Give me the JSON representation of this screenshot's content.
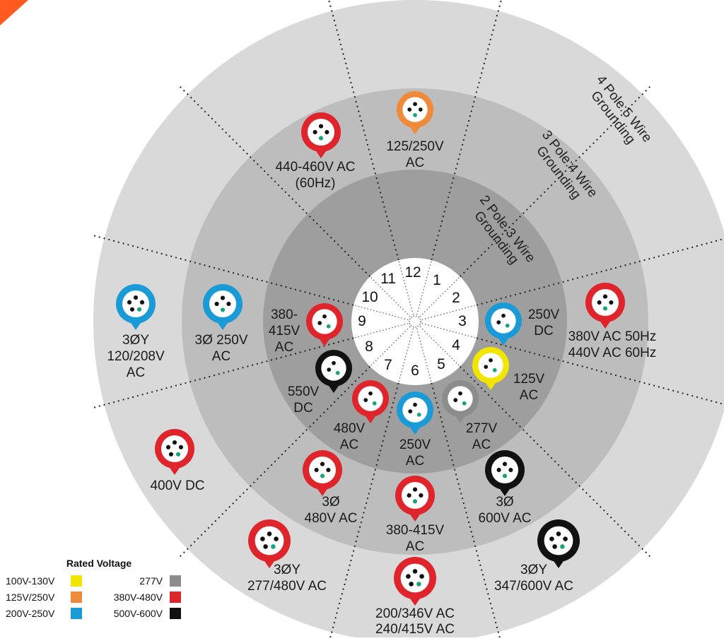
{
  "colors": {
    "ring_outer": "#d9d9d9",
    "ring_mid": "#bdbdbd",
    "ring_inner": "#9e9e9e",
    "center": "#ffffff",
    "yellow": "#f2e600",
    "orange": "#ef8a3a",
    "blue": "#1a9bd7",
    "gray": "#8c8c8c",
    "red": "#e0242b",
    "black": "#111111",
    "pin": "#111111",
    "earth_pin": "#1aa37a",
    "corner_accent": "#ff5a1f"
  },
  "ring_labels": {
    "inner": [
      "2 Pole:3 Wire",
      "Grounding"
    ],
    "mid": [
      "3 Pole:4 Wire",
      "Grounding"
    ],
    "outer": [
      "4 Pole:5 Wire",
      "Grounding"
    ]
  },
  "clock_numbers": [
    "1",
    "2",
    "3",
    "4",
    "5",
    "6",
    "7",
    "8",
    "9",
    "10",
    "11",
    "12"
  ],
  "sockets": [
    {
      "name": "socket-125v-ac",
      "color": "yellow",
      "pins": 3,
      "lines": [
        "125V",
        "AC"
      ]
    },
    {
      "name": "socket-250v-dc",
      "color": "blue",
      "pins": 3,
      "lines": [
        "250V",
        "DC"
      ]
    },
    {
      "name": "socket-277v-ac",
      "color": "gray",
      "pins": 3,
      "lines": [
        "277V",
        "AC"
      ]
    },
    {
      "name": "socket-250v-ac-inner",
      "color": "blue",
      "pins": 3,
      "lines": [
        "250V",
        "AC"
      ]
    },
    {
      "name": "socket-480v-ac",
      "color": "red",
      "pins": 3,
      "lines": [
        "480V",
        "AC"
      ]
    },
    {
      "name": "socket-550v-dc",
      "color": "black",
      "pins": 3,
      "lines": [
        "550V",
        "DC"
      ]
    },
    {
      "name": "socket-380-415v-ac-inner",
      "color": "red",
      "pins": 3,
      "lines": [
        "380-",
        "415V",
        "AC"
      ]
    },
    {
      "name": "socket-125-250v-ac",
      "color": "orange",
      "pins": 4,
      "lines": [
        "125/250V",
        "AC"
      ]
    },
    {
      "name": "socket-440-460v-ac",
      "color": "red",
      "pins": 4,
      "lines": [
        "440-460V AC",
        "(60Hz)"
      ]
    },
    {
      "name": "socket-3ph-250v-ac",
      "color": "blue",
      "pins": 4,
      "lines": [
        "3Ø 250V",
        "AC"
      ]
    },
    {
      "name": "socket-3ph-480v-ac",
      "color": "red",
      "pins": 4,
      "lines": [
        "3Ø",
        "480V AC"
      ]
    },
    {
      "name": "socket-380-415v-ac-mid",
      "color": "red",
      "pins": 4,
      "lines": [
        "380-415V",
        "AC"
      ]
    },
    {
      "name": "socket-3ph-600v-ac",
      "color": "black",
      "pins": 4,
      "lines": [
        "3Ø",
        "600V AC"
      ]
    },
    {
      "name": "socket-380v-440v-ac",
      "color": "red",
      "pins": 4,
      "lines": [
        "380V AC 50Hz",
        "440V AC 60Hz"
      ]
    },
    {
      "name": "socket-3phy-120-208v-ac",
      "color": "blue",
      "pins": 5,
      "lines": [
        "3ØY",
        "120/208V",
        "AC"
      ]
    },
    {
      "name": "socket-400v-dc",
      "color": "red",
      "pins": 5,
      "lines": [
        "400V DC"
      ]
    },
    {
      "name": "socket-3phy-277-480v-ac",
      "color": "red",
      "pins": 5,
      "lines": [
        "3ØY",
        "277/480V AC"
      ]
    },
    {
      "name": "socket-200-346v-ac",
      "color": "red",
      "pins": 5,
      "lines": [
        "200/346V AC",
        "240/415V AC"
      ]
    },
    {
      "name": "socket-3phy-347-600v-ac",
      "color": "black",
      "pins": 5,
      "lines": [
        "3ØY",
        "347/600V AC"
      ]
    }
  ],
  "legend": {
    "title": "Rated Voltage",
    "items": [
      {
        "label": "100V-130V",
        "color": "yellow"
      },
      {
        "label": "277V",
        "color": "gray"
      },
      {
        "label": "125V/250V",
        "color": "orange"
      },
      {
        "label": "380V-480V",
        "color": "red"
      },
      {
        "label": "200V-250V",
        "color": "blue"
      },
      {
        "label": "500V-600V",
        "color": "black"
      }
    ]
  }
}
